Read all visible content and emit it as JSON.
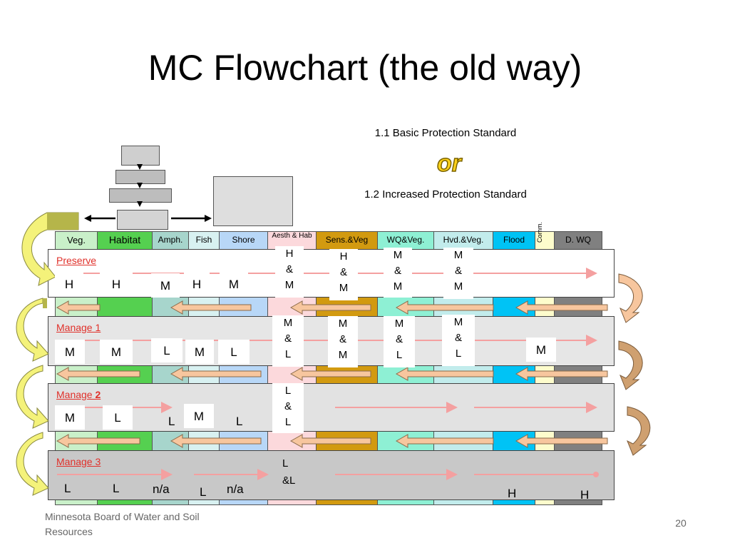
{
  "title": "MC Flowchart (the old way)",
  "standards": {
    "basic": "1.1 Basic Protection Standard",
    "connector": "or",
    "increased": "1.2 Increased Protection Standard"
  },
  "columns": [
    {
      "label": "Veg.",
      "color": "#c9f0c9"
    },
    {
      "label": "Habitat",
      "color": "#55d050"
    },
    {
      "label": "Amph.",
      "color": "#a7d5cc"
    },
    {
      "label": "Fish",
      "color": "#d8f1f1"
    },
    {
      "label": "Shore",
      "color": "#b8d7f7"
    },
    {
      "label": "Aesth & Hab",
      "color": "#fcd9dc"
    },
    {
      "label": "Sens.&Veg",
      "color": "#d29a10"
    },
    {
      "label": "WQ&Veg.",
      "color": "#8ef0d4"
    },
    {
      "label": "Hvd.&Veg.",
      "color": "#c2ecec"
    },
    {
      "label": "Flood",
      "color": "#00c3f5"
    },
    {
      "label": "Comm.",
      "color": "#fdfccc"
    },
    {
      "label": "D. WQ",
      "color": "#808080"
    }
  ],
  "bands": [
    {
      "label": "Preserve",
      "cells": [
        "H",
        "H",
        "M",
        "H",
        "M"
      ],
      "stacks": [
        [
          "H",
          "&",
          "M"
        ],
        [
          "H",
          "&",
          "M"
        ],
        [
          "M",
          "&",
          "M"
        ],
        [
          "M",
          "&",
          "M"
        ]
      ]
    },
    {
      "label": "Manage 1",
      "cells": [
        "M",
        "M",
        "L",
        "M",
        "L"
      ],
      "stacks": [
        [
          "M",
          "&",
          "L"
        ],
        [
          "M",
          "&",
          "M"
        ],
        [
          "M",
          "&",
          "L"
        ],
        [
          "M",
          "&",
          "L"
        ]
      ],
      "extra": "M"
    },
    {
      "label_prefix": "Manage ",
      "label_number": "2",
      "cells": [
        "M",
        "L",
        "L",
        "M",
        "L"
      ],
      "stacks": [
        [
          "L",
          "&",
          "L"
        ]
      ]
    },
    {
      "label": "Manage 3",
      "cells": [
        "L",
        "L",
        "n/a",
        "L",
        "n/a"
      ],
      "stacks": [
        [
          "L",
          "&L"
        ]
      ],
      "extra": [
        "H",
        "H"
      ]
    }
  ],
  "footer": {
    "org": "Minnesota Board of Water and Soil Resources",
    "page": "20"
  },
  "colors": {
    "band_light": "#ffffff",
    "band_gray": "#e6e6e6",
    "band_dark": "#c8c8c8",
    "arrow_peach": "#f7c69e",
    "label_red": "#e0302a",
    "or_yellow": "#ffd21a"
  }
}
